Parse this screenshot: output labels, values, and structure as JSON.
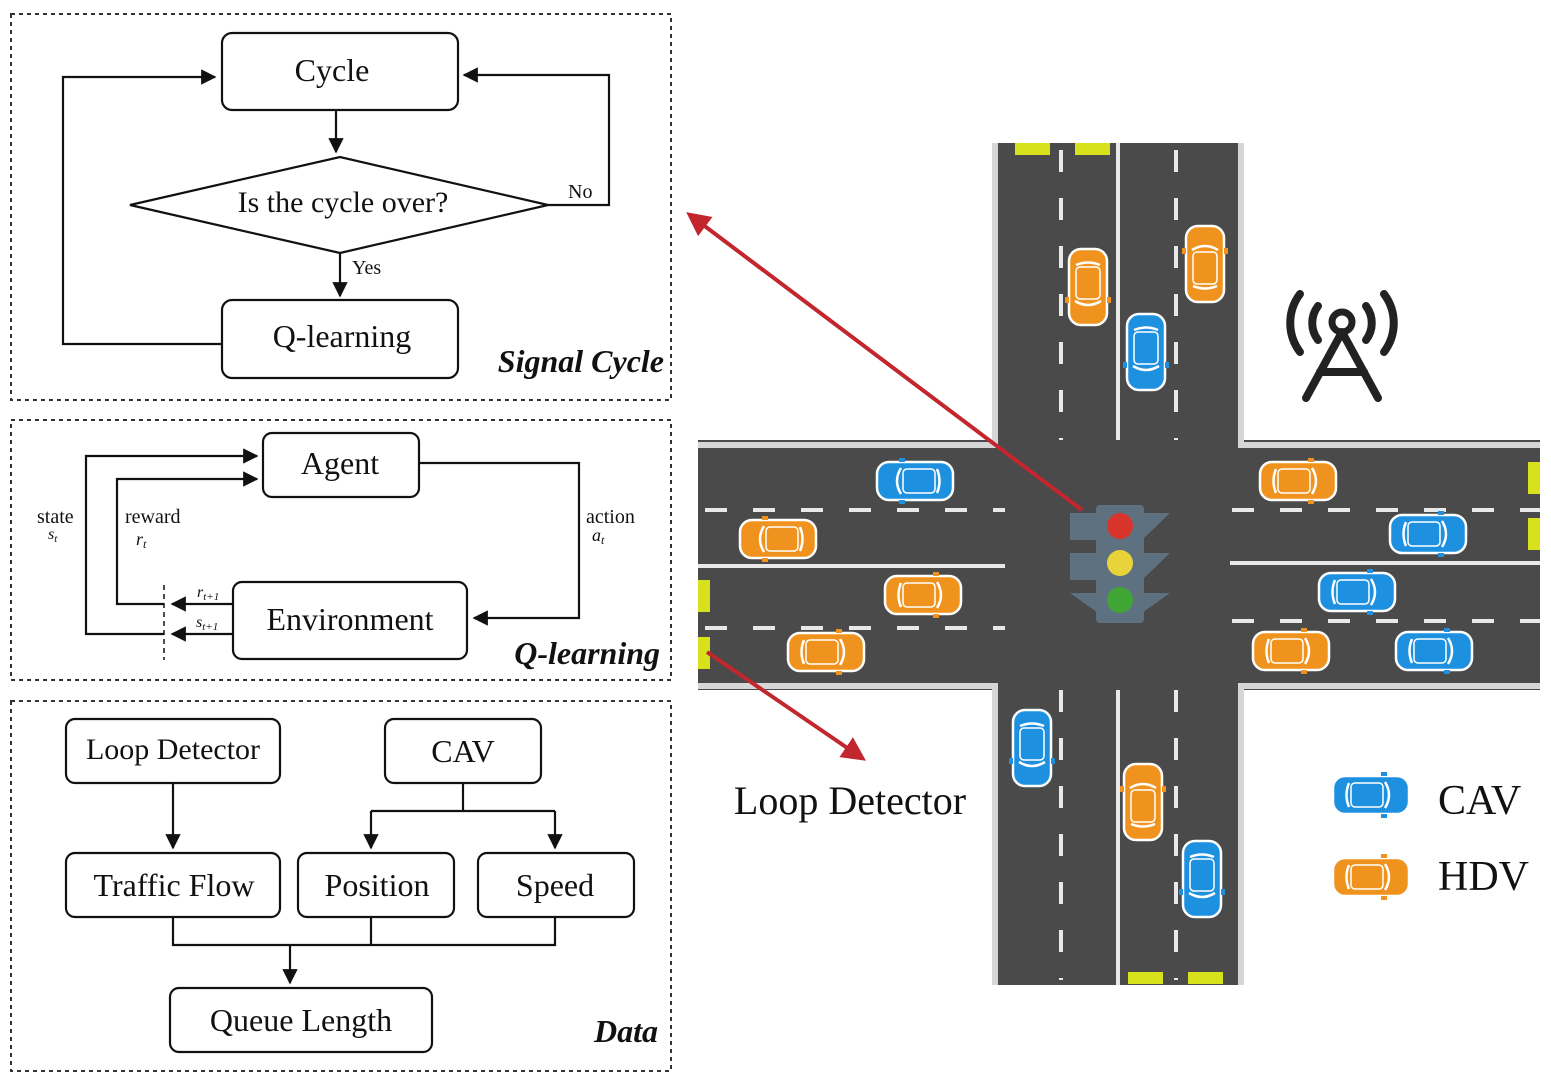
{
  "panels": {
    "signal_cycle": {
      "title": "Signal Cycle",
      "cycle_label": "Cycle",
      "decision_label": "Is the cycle over?",
      "no_label": "No",
      "yes_label": "Yes",
      "qlearning_label": "Q-learning"
    },
    "q_learning": {
      "title": "Q-learning",
      "agent_label": "Agent",
      "environment_label": "Environment",
      "state_label": "state",
      "state_symbol": "s",
      "state_sub": "t",
      "reward_label": "reward",
      "reward_symbol": "r",
      "reward_sub": "t",
      "action_label": "action",
      "action_symbol": "a",
      "action_sub": "t",
      "next_reward_symbol": "r",
      "next_reward_sub": "t+1",
      "next_state_symbol": "s",
      "next_state_sub": "t+1"
    },
    "data": {
      "title": "Data",
      "loop_detector_label": "Loop Detector",
      "cav_label": "CAV",
      "traffic_flow_label": "Traffic Flow",
      "position_label": "Position",
      "speed_label": "Speed",
      "queue_length_label": "Queue Length"
    }
  },
  "intersection": {
    "loop_detector_label": "Loop Detector",
    "legend": [
      {
        "label": "CAV",
        "color": "#1e90e0"
      },
      {
        "label": "HDV",
        "color": "#f0921e"
      }
    ],
    "traffic_light_colors": [
      "#d9342b",
      "#e8d43a",
      "#3fa534"
    ],
    "arrow_color": "#c1272d",
    "detector_color": "#d8e21c",
    "cars": [
      {
        "type": "HDV",
        "direction": "down"
      },
      {
        "type": "HDV",
        "direction": "up"
      },
      {
        "type": "CAV",
        "direction": "down"
      },
      {
        "type": "CAV",
        "direction": "left"
      },
      {
        "type": "HDV",
        "direction": "left"
      },
      {
        "type": "HDV",
        "direction": "right"
      },
      {
        "type": "CAV",
        "direction": "right"
      },
      {
        "type": "HDV",
        "direction": "right"
      },
      {
        "type": "CAV",
        "direction": "right"
      },
      {
        "type": "HDV",
        "direction": "right"
      },
      {
        "type": "HDV",
        "direction": "right"
      },
      {
        "type": "CAV",
        "direction": "right"
      },
      {
        "type": "CAV",
        "direction": "down"
      },
      {
        "type": "HDV",
        "direction": "up"
      },
      {
        "type": "CAV",
        "direction": "down"
      }
    ]
  }
}
